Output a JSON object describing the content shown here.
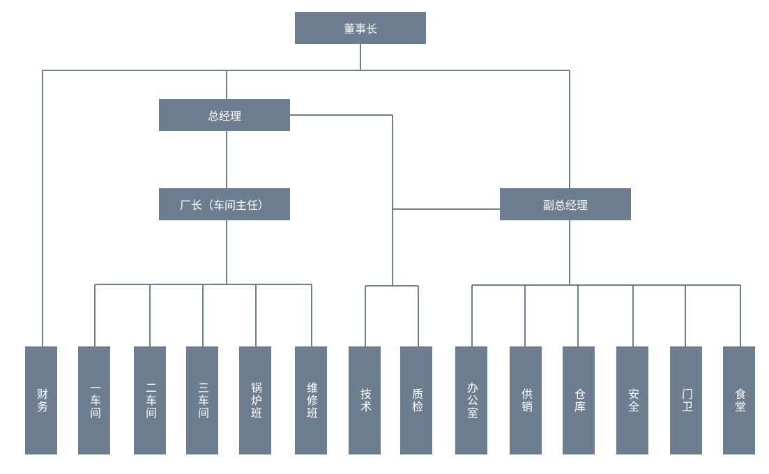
{
  "colors": {
    "box_fill": "#6d7e91",
    "box_text": "#ffffff",
    "connector": "#6d7e91",
    "background": "#ffffff"
  },
  "nodes": {
    "chairman": "董事长",
    "general_manager": "总经理",
    "factory_director": "厂长（车间主任）",
    "deputy_general_manager": "副总经理",
    "finance": "财务",
    "workshop_1": "一车间",
    "workshop_2": "二车间",
    "workshop_3": "三车间",
    "boiler_team": "锅炉班",
    "maintenance_team": "维修班",
    "technology": "技术",
    "quality_inspection": "质检",
    "office": "办公室",
    "supply_sales": "供销",
    "warehouse": "仓库",
    "safety": "安全",
    "guard": "门卫",
    "canteen": "食堂"
  }
}
